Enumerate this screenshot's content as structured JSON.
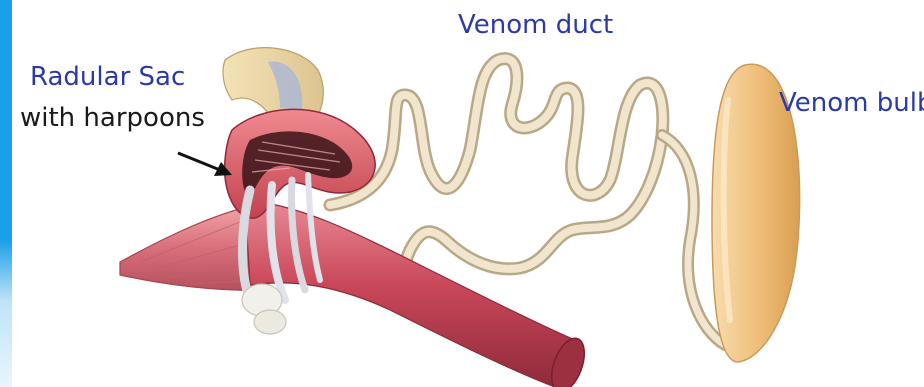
{
  "labels": {
    "radular_sac_line1": "Radular Sac",
    "radular_sac_line2": "with harpoons",
    "venom_duct": "Venom duct",
    "venom_bulb": "Venom bulb"
  },
  "colors": {
    "label_blue": "#2b3aa8",
    "label_dark": "#1a1a1a",
    "duct": "#efe3c8",
    "duct_outline": "#b8a887",
    "bulb": "#f2c78a",
    "sac": "#e5646e",
    "tube": "#c9485a",
    "edge_bar_top": "#1aa0e6",
    "edge_bar_bottom": "#bfe4f7"
  }
}
